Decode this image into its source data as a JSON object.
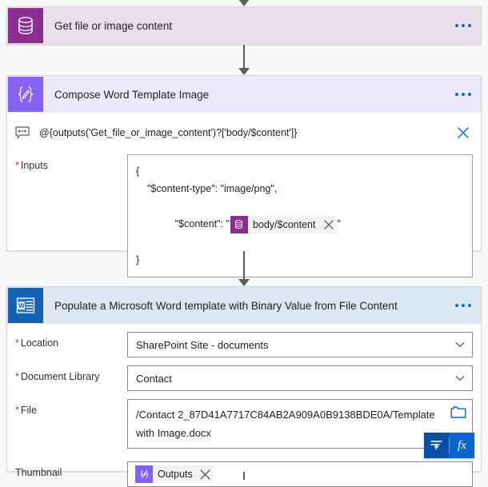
{
  "flow": {
    "steps": [
      {
        "id": "get-file-or-image-content",
        "title": "Get file or image content",
        "icon": "dataverse-database-icon",
        "menu_label": "..."
      },
      {
        "id": "compose-word-template-image",
        "title": "Compose Word Template Image",
        "icon": "compose-braces-icon",
        "menu_label": "..."
      },
      {
        "id": "populate-word-template",
        "title": "Populate a Microsoft Word template with Binary Value from File Content",
        "icon": "word-document-icon",
        "menu_label": "..."
      }
    ]
  },
  "compose": {
    "peek": {
      "icon": "peek-code-bubble-icon",
      "expression": "@{outputs('Get_file_or_image_content')?['body/$content']}",
      "close_icon": "close-icon"
    },
    "inputs": {
      "label": "Inputs",
      "required": true,
      "json": {
        "open_brace": "{",
        "content_type_line": "\"$content-type\": \"image/png\",",
        "content_key": "\"$content\": \"",
        "content_quote_close": "\"",
        "close_brace": "}"
      },
      "token": {
        "label": "body/$content",
        "icon": "dataverse-database-icon",
        "remove_icon": "remove-token-icon"
      }
    }
  },
  "word_step": {
    "fields": [
      {
        "id": "location",
        "label": "Location",
        "required": true,
        "type": "combo",
        "value": "SharePoint Site - documents",
        "chevron_icon": "chevron-down-icon"
      },
      {
        "id": "document-library",
        "label": "Document Library",
        "required": true,
        "type": "combo",
        "value": "Contact",
        "chevron_icon": "chevron-down-icon"
      }
    ],
    "file_field": {
      "id": "file",
      "label": "File",
      "required": true,
      "value": "/Contact 2_87D41A7717C84AB2A909A0B9138BDE0A/Template with Image.docx",
      "folder_icon": "folder-picker-icon",
      "dynamic_content_icon": "dynamic-content-icon",
      "expression_icon": "fx-icon",
      "expression_label": "fx"
    },
    "thumbnail_field": {
      "id": "thumbnail",
      "label": "Thumbnail",
      "required": false,
      "token": {
        "label": "Outputs",
        "icon": "compose-braces-icon",
        "remove_icon": "remove-token-icon"
      }
    }
  },
  "colors": {
    "dataverse_purple": "#8a2f8f",
    "compose_violet": "#8661f2",
    "word_blue": "#1462b5",
    "accent_blue": "#0b63ce",
    "required_red": "#c4304a"
  }
}
